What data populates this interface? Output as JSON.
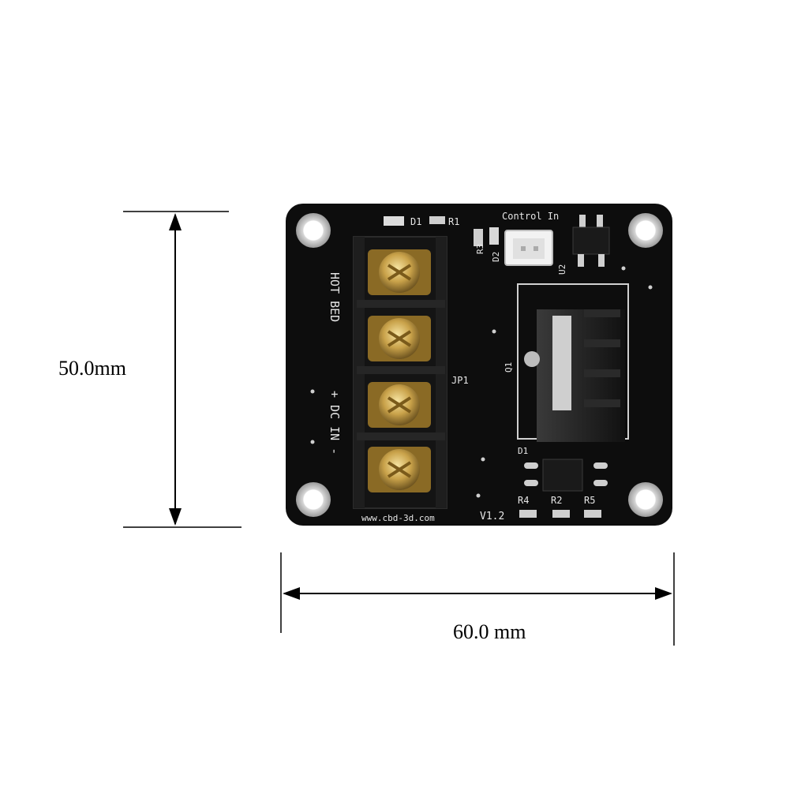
{
  "dimensions": {
    "height_label": "50.0mm",
    "width_label": "60.0 mm"
  },
  "board": {
    "title": "Control In",
    "version": "V1.2",
    "website": "www.cbd-3d.com",
    "hot_bed_label": "HOT BED",
    "dc_in_label": "+ DC IN -",
    "components": {
      "d1": "D1",
      "r1": "R1",
      "r3": "R3",
      "d2": "D2",
      "u2": "U2",
      "q1": "Q1",
      "jp1": "JP1",
      "d_lower": "D1",
      "r4": "R4",
      "r2": "R2",
      "r5": "R5"
    }
  },
  "colors": {
    "pcb": "#0d0d0d",
    "silkscreen": "#e6e6e6",
    "terminal_screw": "#c9a24a",
    "mounting_pad": "#cfcfcf"
  },
  "icons": {
    "arrow": "double-headed-arrow-icon",
    "screw": "screw-terminal-icon",
    "hole": "mounting-hole-icon"
  }
}
